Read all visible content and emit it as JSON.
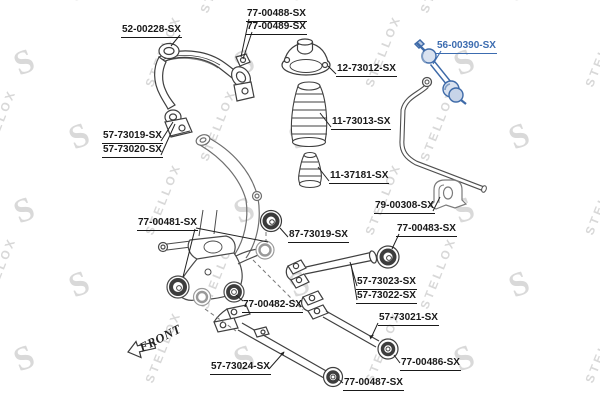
{
  "brand": {
    "watermark_text": "STELLOX",
    "logo_letter": "S"
  },
  "diagram": {
    "front_label": "FRONT",
    "highlight_color": "#3c6cb0",
    "label_color": "#191919",
    "line_color": "#3f3f3f",
    "highlighted_part": "56-00390-SX"
  },
  "labels": [
    {
      "text": "52-00228-SX",
      "highlighted": false
    },
    {
      "text": "77-00488-SX",
      "highlighted": false
    },
    {
      "text": "77-00489-SX",
      "highlighted": false
    },
    {
      "text": "12-73012-SX",
      "highlighted": false
    },
    {
      "text": "56-00390-SX",
      "highlighted": true
    },
    {
      "text": "11-73013-SX",
      "highlighted": false
    },
    {
      "text": "11-37181-SX",
      "highlighted": false
    },
    {
      "text": "57-73019-SX",
      "highlighted": false
    },
    {
      "text": "57-73020-SX",
      "highlighted": false
    },
    {
      "text": "79-00308-SX",
      "highlighted": false
    },
    {
      "text": "77-00483-SX",
      "highlighted": false
    },
    {
      "text": "77-00481-SX",
      "highlighted": false
    },
    {
      "text": "87-73019-SX",
      "highlighted": false
    },
    {
      "text": "77-00482-SX",
      "highlighted": false
    },
    {
      "text": "57-73023-SX",
      "highlighted": false
    },
    {
      "text": "57-73022-SX",
      "highlighted": false
    },
    {
      "text": "57-73021-SX",
      "highlighted": false
    },
    {
      "text": "77-00486-SX",
      "highlighted": false
    },
    {
      "text": "77-00487-SX",
      "highlighted": false
    },
    {
      "text": "57-73024-SX",
      "highlighted": false
    }
  ]
}
